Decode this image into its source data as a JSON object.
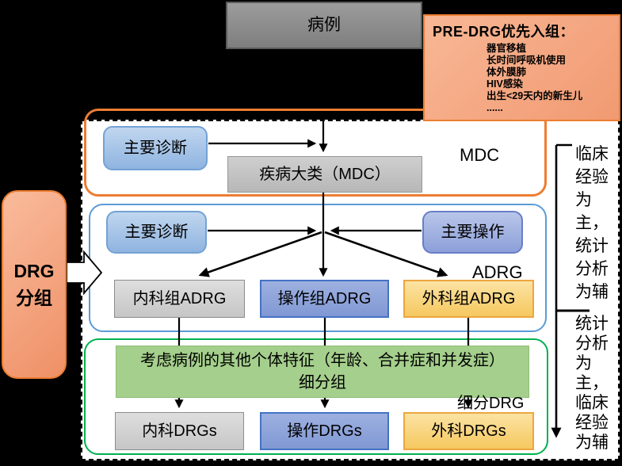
{
  "case_box": {
    "label": "病例"
  },
  "pre_drg": {
    "title": "PRE-DRG优先入组：",
    "items": [
      "器官移植",
      "长时间呼吸机使用",
      "体外膜肺",
      "HIV感染",
      "出生<29天内的新生儿",
      "......"
    ]
  },
  "left_box": {
    "line1": "DRG",
    "line2": "分组"
  },
  "mdc_section": {
    "diagnosis": "主要诊断",
    "mdc_box": "疾病大类（MDC）",
    "label": "MDC"
  },
  "adrg_section": {
    "diagnosis": "主要诊断",
    "operation": "主要操作",
    "internal_group": "内科组ADRG",
    "operation_group": "操作组ADRG",
    "surgery_group": "外科组ADRG",
    "label": "ADRG"
  },
  "drg_section": {
    "feature_line1": "考虑病例的其他个体特征（年龄、合并症和并发症）",
    "feature_line2": "细分组",
    "label": "细分DRG",
    "internal_group": "内科DRGs",
    "operation_group": "操作DRGs",
    "surgery_group": "外科DRGs"
  },
  "right_notes": {
    "top": "临床经验为主，统计分析为辅",
    "bottom": "统计分析为主，临床经验为辅"
  },
  "colors": {
    "orange_border": "#ED7D31",
    "salmon_fill": "#F5A57B",
    "blue_section_border": "#5B9BD5",
    "green_section_border": "#00B050",
    "green_fill": "#A5CF8C",
    "periwinkle_fill": "#8FAADC",
    "periwinkle_border": "#4472C4",
    "yellow_fill": "#F7C85C",
    "gray_fill": "#CFCFCF",
    "background": "#000000"
  }
}
